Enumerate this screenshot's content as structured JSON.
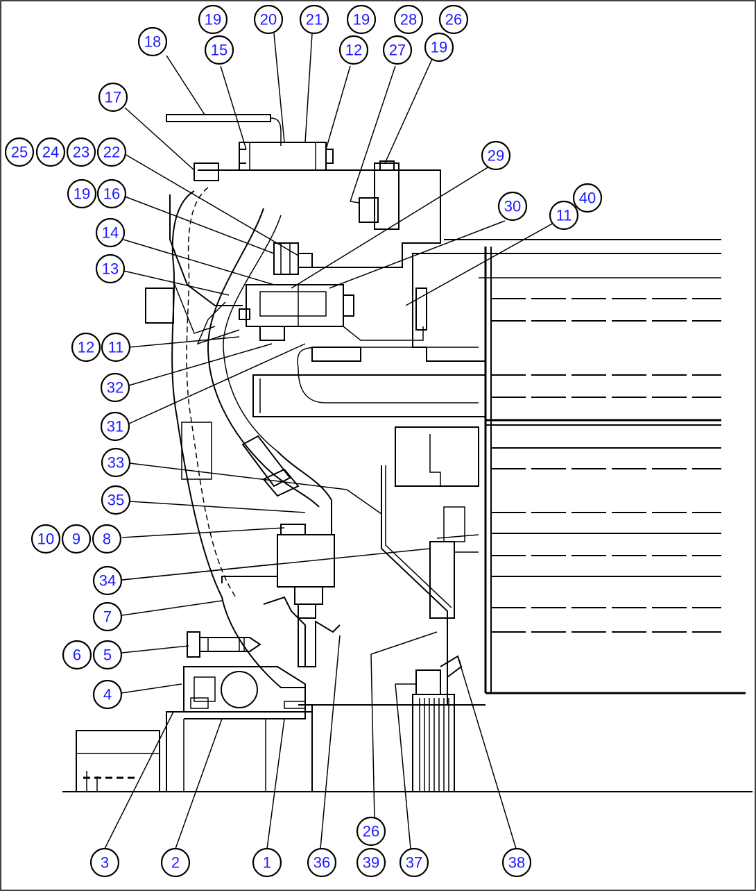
{
  "diagram": {
    "border_color": "#000000",
    "callout_text_color": "#1a1aff",
    "callout_labels": {
      "c1": "1",
      "c2": "2",
      "c3": "3",
      "c4": "4",
      "c5": "5",
      "c6": "6",
      "c7": "7",
      "c8": "8",
      "c9": "9",
      "c10": "10",
      "c11a": "11",
      "c11b": "11",
      "c12a": "12",
      "c12b": "12",
      "c13": "13",
      "c14": "14",
      "c15": "15",
      "c16": "16",
      "c17": "17",
      "c18": "18",
      "c19a": "19",
      "c19b": "19",
      "c19c": "19",
      "c19d": "19",
      "c20": "20",
      "c21": "21",
      "c22": "22",
      "c23": "23",
      "c24": "24",
      "c25": "25",
      "c26a": "26",
      "c26b": "26",
      "c27": "27",
      "c28": "28",
      "c29": "29",
      "c30": "30",
      "c31": "31",
      "c32": "32",
      "c33": "33",
      "c34": "34",
      "c35": "35",
      "c36": "36",
      "c37": "37",
      "c38": "38",
      "c39": "39",
      "c40": "40"
    }
  }
}
